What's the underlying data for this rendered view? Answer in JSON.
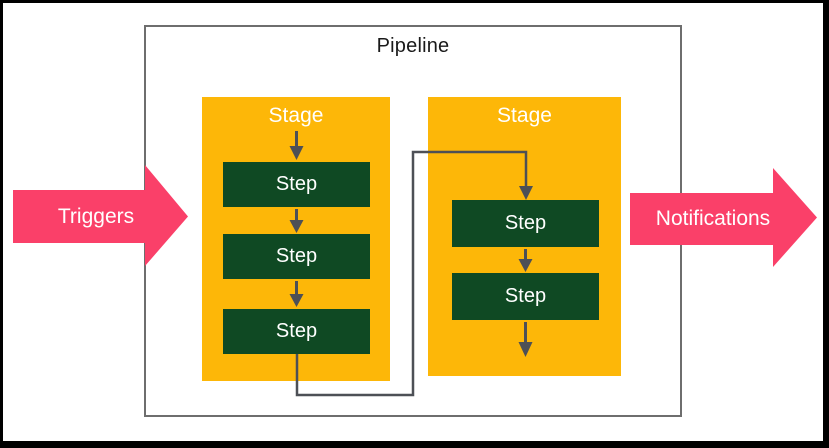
{
  "diagram": {
    "title": "Pipeline",
    "stages": [
      {
        "label": "Stage",
        "steps": [
          {
            "label": "Step"
          },
          {
            "label": "Step"
          },
          {
            "label": "Step"
          }
        ]
      },
      {
        "label": "Stage",
        "steps": [
          {
            "label": "Step"
          },
          {
            "label": "Step"
          }
        ]
      }
    ],
    "input_flow": {
      "label": "Triggers"
    },
    "output_flow": {
      "label": "Notifications"
    }
  },
  "icons": {
    "input_arrow": "right-arrow-icon",
    "output_arrow": "right-arrow-icon",
    "step_flow": "down-arrow-icon"
  },
  "colors": {
    "stage_fill": "#FDB708",
    "step_fill": "#0F4923",
    "flow_arrow_fill": "#FA4069",
    "connector_stroke": "#4D5056",
    "pipeline_border": "#6E6E6E",
    "frame_border": "#000000",
    "canvas_bg": "#FFFFFF",
    "title_color": "#1A1A1A",
    "label_on_dark": "#FFFFFF"
  }
}
